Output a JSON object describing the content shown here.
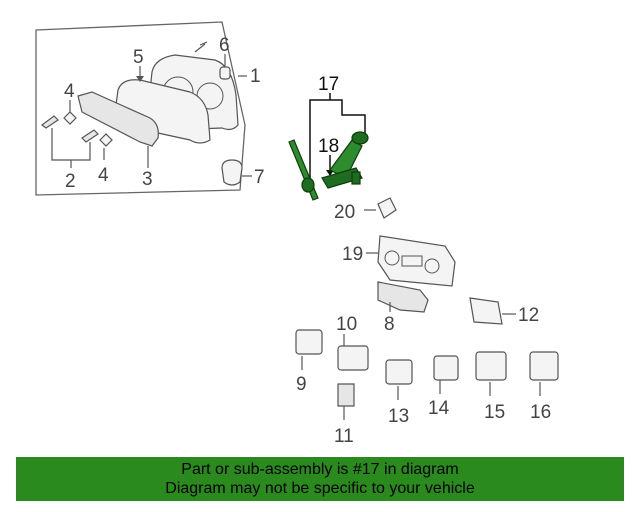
{
  "callouts": {
    "c1": "1",
    "c2": "2",
    "c3": "3",
    "c4a": "4",
    "c4b": "4",
    "c5": "5",
    "c6": "6",
    "c7": "7",
    "c8": "8",
    "c9": "9",
    "c10": "10",
    "c11": "11",
    "c12": "12",
    "c13": "13",
    "c14": "14",
    "c15": "15",
    "c16": "16",
    "c17": "17",
    "c18": "18",
    "c19": "19",
    "c20": "20"
  },
  "highlight_color": "#2b8a1e",
  "banner": {
    "line1": "Part or sub-assembly is #17 in diagram",
    "line2": "Diagram may not be specific to your vehicle"
  }
}
